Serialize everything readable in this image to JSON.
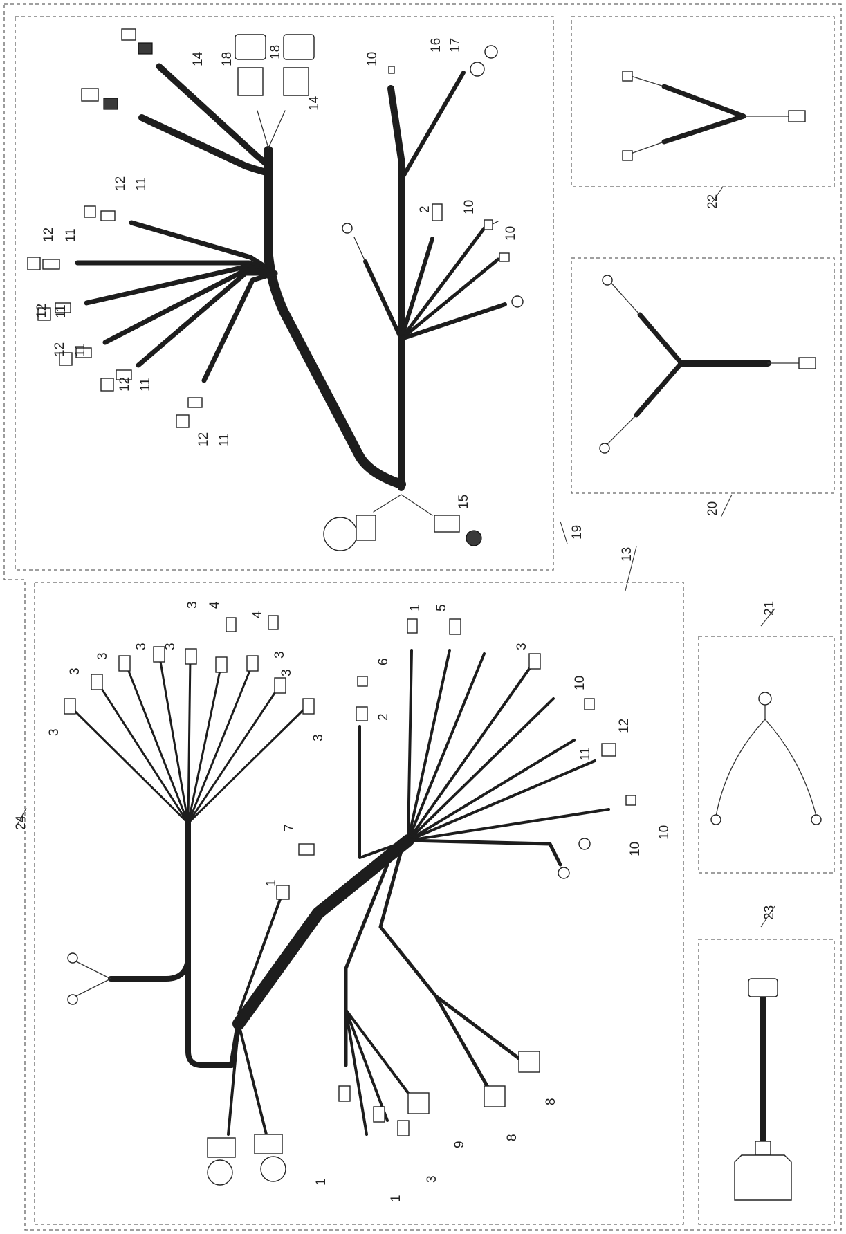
{
  "title": "",
  "callouts": {
    "n1": "1",
    "n2": "2",
    "n3": "3",
    "n4": "4",
    "n5": "5",
    "n6": "6",
    "n7": "7",
    "n8": "8",
    "n9": "9",
    "n10": "10",
    "n11": "11",
    "n12": "12",
    "n13": "13",
    "n14": "14",
    "n15": "15",
    "n16": "16",
    "n17": "17",
    "n18": "18",
    "n19": "19",
    "n20": "20",
    "n21": "21",
    "n22": "22",
    "n23": "23",
    "n24": "24"
  },
  "assemblies": [
    {
      "id": "assembly-24",
      "label": "24"
    },
    {
      "id": "assembly-19",
      "label": "19"
    },
    {
      "id": "assembly-13",
      "label": "13"
    },
    {
      "id": "assembly-22",
      "label": "22"
    },
    {
      "id": "assembly-20",
      "label": "20"
    },
    {
      "id": "assembly-21",
      "label": "21"
    },
    {
      "id": "assembly-23",
      "label": "23"
    }
  ]
}
